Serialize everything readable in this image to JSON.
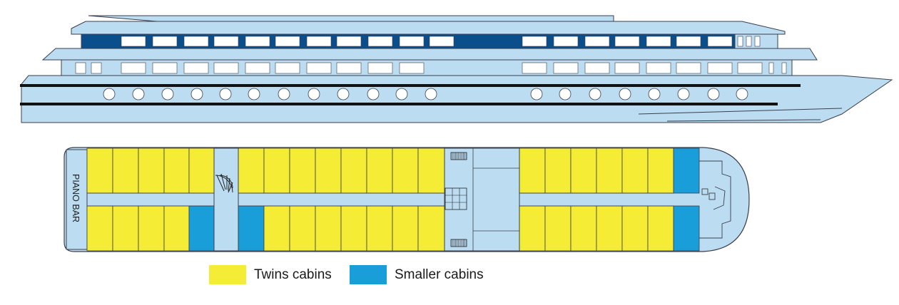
{
  "deck": {
    "bar_label": "PIANO BAR"
  },
  "legend": {
    "twins": {
      "label": "Twins cabins",
      "color": "#f4ec35"
    },
    "smaller": {
      "label": "Smaller cabins",
      "color": "#1a9ed9"
    }
  },
  "colors": {
    "hull": "#bcdcf2",
    "outline": "#3a3f4c",
    "window_dark": "#0a4e8c",
    "stripe": "#111111",
    "corridor": "#bcdcf2"
  }
}
